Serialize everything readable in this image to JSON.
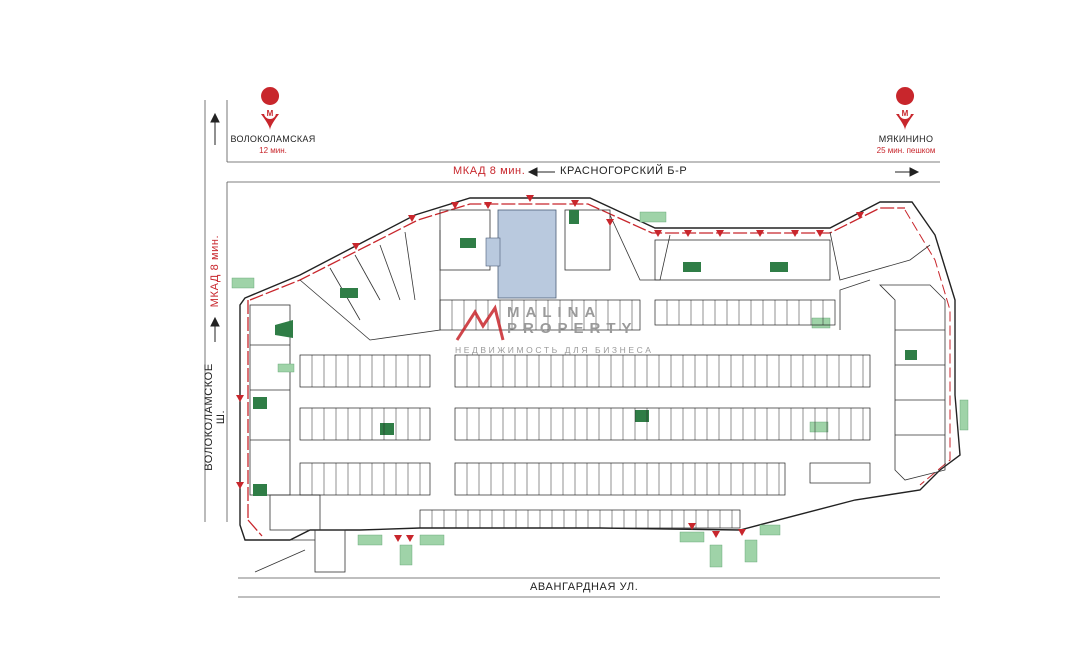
{
  "metro": [
    {
      "name": "ВОЛОКОЛАМСКАЯ",
      "time": "12 мин.",
      "icon": "metro-m-icon"
    },
    {
      "name": "МЯКИНИНО",
      "time": "25 мин. пешком",
      "icon": "metro-m-icon"
    }
  ],
  "roads": {
    "north_mkad": "МКАД",
    "north_mkad_time": "8 мин.",
    "north_street": "КРАСНОГОРСКИЙ Б-Р",
    "west_street": "ВОЛОКОЛАМСКОЕ Ш.",
    "west_mkad": "МКАД",
    "west_mkad_time": "8 мин.",
    "south_street": "АВАНГАРДНАЯ УЛ."
  },
  "watermark": {
    "line1": "MALINA",
    "line2": "PROPERTY",
    "tagline": "НЕДВИЖИМОСТЬ ДЛЯ БИЗНЕСА"
  },
  "colors": {
    "accent_red": "#c8262c",
    "highlight_blue": "#b9c9de",
    "green_unit": "#2f7d46",
    "entrance_green": "#9fd3a8"
  }
}
